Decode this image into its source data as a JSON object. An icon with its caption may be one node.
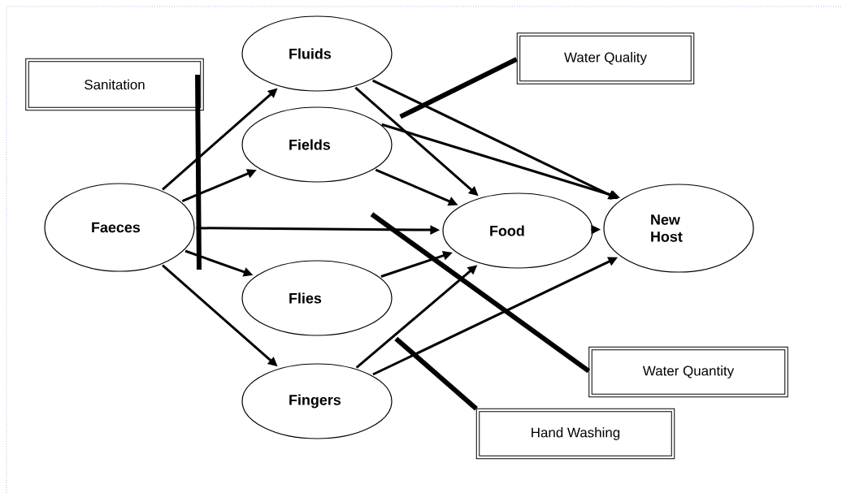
{
  "diagram": {
    "nodes": [
      {
        "text": [
          "Sanitation"
        ]
      },
      {
        "text": [
          "Fluids"
        ]
      },
      {
        "text": [
          "Water Quality"
        ]
      },
      {
        "text": [
          "Fields"
        ]
      },
      {
        "text": [
          "Faeces"
        ]
      },
      {
        "text": [
          "Food"
        ]
      },
      {
        "text": [
          "New Host"
        ]
      },
      {
        "text": [
          "Flies"
        ]
      },
      {
        "text": [
          "Fingers"
        ]
      },
      {
        "text": [
          "Water Quantity"
        ]
      },
      {
        "text": [
          "Hand Washing"
        ]
      }
    ],
    "edges": [
      {
        "from": 4,
        "to": 1,
        "arrow": "to"
      },
      {
        "from": 4,
        "to": 3,
        "arrow": "to"
      },
      {
        "from": 4,
        "to": 5,
        "arrow": "to"
      },
      {
        "from": 4,
        "to": 7,
        "arrow": "to"
      },
      {
        "from": 4,
        "to": 8,
        "arrow": "to"
      },
      {
        "from": 1,
        "to": 5,
        "arrow": "to"
      },
      {
        "from": 1,
        "to": 6,
        "arrow": "to"
      },
      {
        "from": 3,
        "to": 5,
        "arrow": "to"
      },
      {
        "from": 3,
        "to": 6,
        "arrow": "to"
      },
      {
        "from": 5,
        "to": 6,
        "arrow": "to"
      },
      {
        "from": 7,
        "to": 5,
        "arrow": "to"
      },
      {
        "from": 8,
        "to": 5,
        "arrow": "to"
      },
      {
        "from": 8,
        "to": 6,
        "arrow": "to"
      },
      {
        "from": 0,
        "to": null,
        "arrow": "none",
        "style": "thick"
      },
      {
        "from": 2,
        "to": null,
        "arrow": "none",
        "style": "thick"
      },
      {
        "from": 9,
        "to": null,
        "arrow": "none",
        "style": "thick"
      },
      {
        "from": 10,
        "to": null,
        "arrow": "none",
        "style": "thick"
      }
    ]
  }
}
